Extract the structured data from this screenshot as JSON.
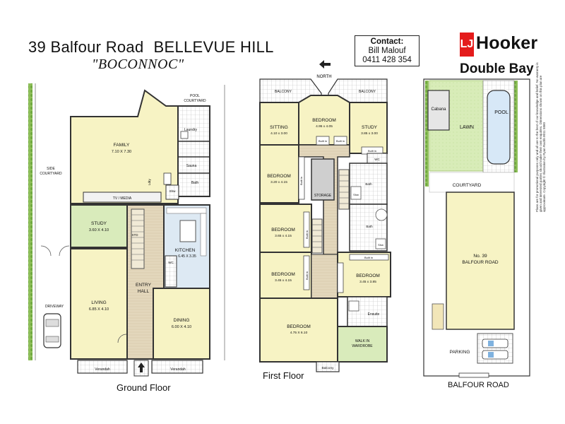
{
  "header": {
    "address": "39 Balfour Road",
    "suburb": "BELLEVUE HILL",
    "house_name": "\"BOCONNOC\""
  },
  "contact": {
    "title": "Contact:",
    "name": "Bill Malouf",
    "phone": "0411 428 354"
  },
  "agency": {
    "logo_mark": "LJ",
    "brand": "Hooker",
    "office": "Double Bay",
    "brand_color": "#e41b1b"
  },
  "north_label": "NORTH",
  "ground_floor": {
    "caption": "Ground Floor",
    "rooms": {
      "family_name": "FAMILY",
      "family_dim": "7.10 X 7.30",
      "laundry": "Laundry",
      "sauna": "Sauna",
      "bath": "Bath",
      "ldry": "Ldry",
      "shw": "Shw",
      "tv_media": "TV / MEDIA",
      "study_name": "STUDY",
      "study_dim": "3.60 X 4.10",
      "std": "STD",
      "kitchen_name": "KITCHEN",
      "kitchen_dim": "6.45 X 3.35",
      "wc": "WC",
      "entry": "ENTRY",
      "hall": "HALL",
      "living_name": "LIVING",
      "living_dim": "6.85 X 4.10",
      "dining_name": "DINING",
      "dining_dim": "6.00 X 4.10",
      "verandah_left": "Verandah",
      "verandah_right": "Verandah",
      "pool_courtyard_1": "POOL",
      "pool_courtyard_2": "COURTYARD",
      "side_courtyard_1": "SIDE",
      "side_courtyard_2": "COURTYARD",
      "driveway": "DRIVEWAY"
    }
  },
  "first_floor": {
    "caption": "First Floor",
    "rooms": {
      "balcony_left": "BALCONY",
      "balcony_right": "BALCONY",
      "balcony_bottom": "Balcony",
      "sitting_name": "SITTING",
      "sitting_dim": "4.10 x 3.00",
      "bed_top_name": "BEDROOM",
      "bed_top_dim": "4.95 x 4.05",
      "study_name": "STUDY",
      "study_dim": "3.85 x 3.00",
      "built_in_1": "Built in",
      "built_in_2": "Built in",
      "built_in_3": "Built in",
      "built_in_4": "Built in",
      "built_in_5": "Built in",
      "built_in_6": "Built in",
      "built_in_7": "Built in",
      "wc": "WC",
      "bed2_name": "BEDROOM",
      "bed2_dim": "3.20 x 4.15",
      "storage": "STORAGE",
      "bath_1": "Bath",
      "bath_2": "Bath",
      "shw_1": "Shw",
      "shw_2": "Shw",
      "bed3_name": "BEDROOM",
      "bed3_dim": "3.65 x 4.15",
      "bed4_name": "BEDROOM",
      "bed4_dim": "3.45 x 4.15",
      "bed5_name": "BEDROOM",
      "bed5_dim": "3.45 x 3.85",
      "ensuite": "Ensuite",
      "bed_main_name": "BEDROOM",
      "bed_main_dim": "4.75 X 6.10",
      "walk_in_1": "WALK IN",
      "walk_in_2": "WARDROBE"
    }
  },
  "site": {
    "cabana": "Cabana",
    "pool": "POOL",
    "lawn": "LAWN",
    "courtyard": "COURTYARD",
    "house_1": "No. 39",
    "house_2": "BALFOUR ROAD",
    "parking": "PARKING",
    "street": "BALFOUR ROAD"
  },
  "disclaimer": "Plans are for promotional purposes only and all are to the best of our knowledge and belief. No warranty is given and interested parties should make their own enquiries. Dimensions shown on this plan are approximate. Copyright © Illustration by Ryan Rachh 8011 5860"
}
